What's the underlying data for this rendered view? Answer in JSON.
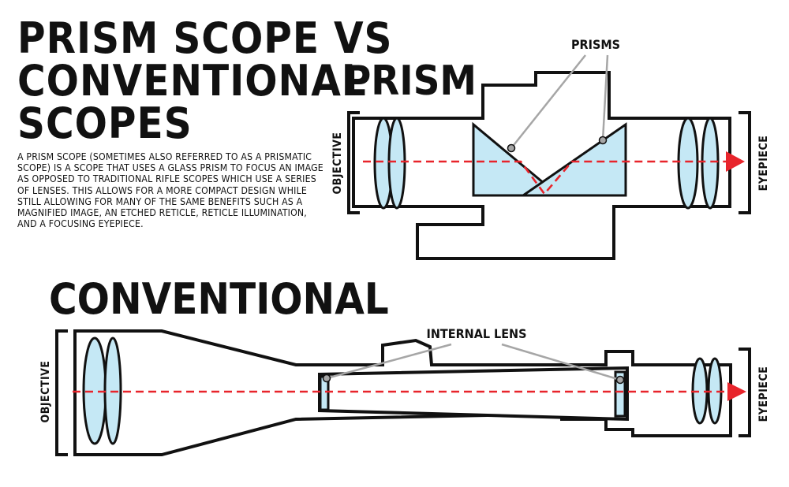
{
  "title_lines": [
    "PRISM SCOPE VS",
    "CONVENTIONAL",
    "SCOPES"
  ],
  "description": "A prism scope (sometimes also referred to as a prismatic scope) is a scope that uses a glass prism to focus an image as opposed to traditional rifle scopes which use a series of lenses.  This allows for a more compact design while still allowing for many of the same benefits such as a magnified image, an etched reticle, reticle illumination, and a focusing eyepiece.",
  "prism": {
    "heading": "PRISM",
    "callout": "PRISMS",
    "objective_label": "OBJECTIVE",
    "eyepiece_label": "EYEPIECE"
  },
  "conventional": {
    "heading": "CONVENTIONAL",
    "callout": "INTERNAL LENS",
    "objective_label": "OBJECTIVE",
    "eyepiece_label": "EYEPIECE"
  },
  "colors": {
    "glass": "#c5e8f5",
    "beam": "#e8242b",
    "leader": "#a6a6a6",
    "outline": "#111111"
  }
}
